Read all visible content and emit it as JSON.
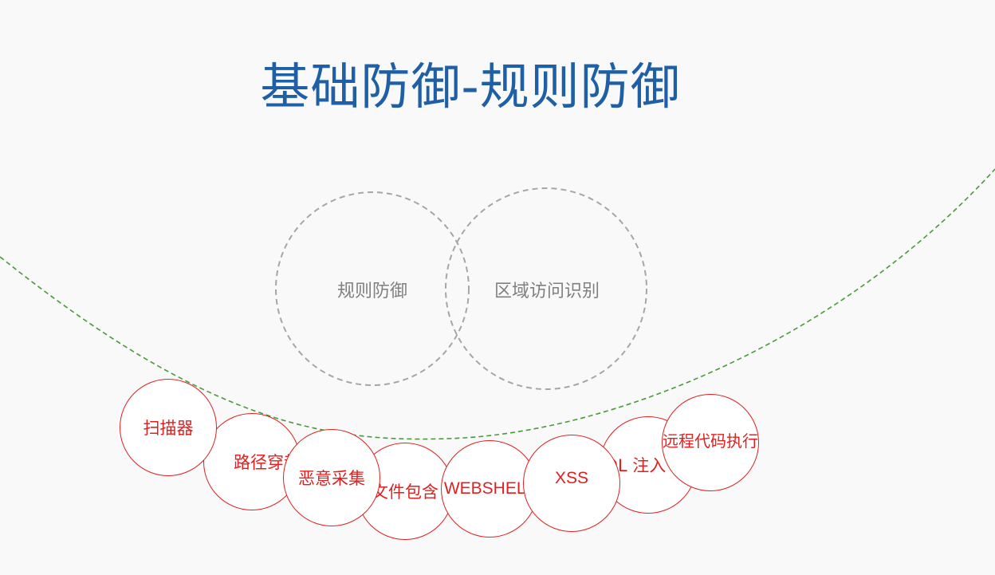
{
  "title": "基础防御-规则防御",
  "center": {
    "circles": [
      {
        "id": "rule-defense",
        "label": "规则防御"
      },
      {
        "id": "region-access",
        "label": "区域访问识别"
      }
    ]
  },
  "attack_types": [
    {
      "id": "scanner",
      "label": "扫描器"
    },
    {
      "id": "path-traversal",
      "label": "路径穿越"
    },
    {
      "id": "file-inclusion",
      "label": "文件包含"
    },
    {
      "id": "malicious-crawl",
      "label": "恶意采集"
    },
    {
      "id": "webshell",
      "label": "WEBSHELL"
    },
    {
      "id": "xss",
      "label": "XSS"
    },
    {
      "id": "sql-injection",
      "label": "SQL 注入"
    },
    {
      "id": "rce",
      "label": "远程代码执行"
    }
  ],
  "colors": {
    "title": "#1f5fa6",
    "attack_stroke": "#e02020",
    "center_stroke": "#a6a6a6",
    "orbit_stroke": "#4a9a3a"
  }
}
